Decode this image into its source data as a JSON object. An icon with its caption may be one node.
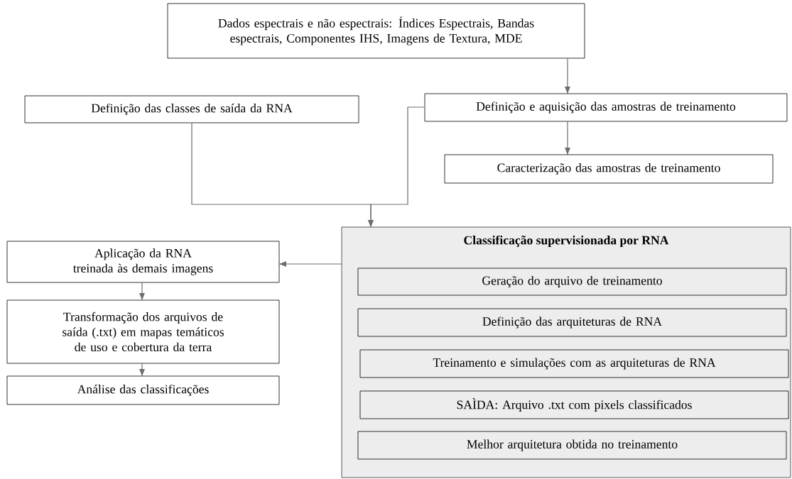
{
  "diagram": {
    "nodes": [
      {
        "text": [
          "Dados espectrais e não espectrais: Índices Espectrais, Bandas espectrais, Componentes IHS, Imagens de Textura, MDE"
        ]
      },
      {
        "text": [
          "Definição das classes de saída da RNA"
        ]
      },
      {
        "text": [
          "Definição e aquisição das amostras de treinamento"
        ]
      },
      {
        "text": [
          "Caracterização das amostras de treinamento"
        ]
      },
      {
        "text": [
          "Classificação supervisionada por RNA"
        ]
      },
      {
        "text": [
          "Geração do arquivo de treinamento"
        ],
        "in": 4
      },
      {
        "text": [
          "Definição das arquiteturas de RNA"
        ],
        "in": 4
      },
      {
        "text": [
          "Treinamento e simulações com as arquiteturas de RNA"
        ],
        "in": 4
      },
      {
        "text": [
          "SAÌDA: Arquivo .txt com pixels classificados"
        ],
        "in": 4
      },
      {
        "text": [
          "Melhor arquitetura obtida no treinamento"
        ],
        "in": 4
      },
      {
        "text": [
          "Aplicação da RNA treinada às demais imagens"
        ]
      },
      {
        "text": [
          "Transformação dos arquivos de saída (.txt) em mapas temáticos de uso e cobertura da terra"
        ]
      },
      {
        "text": [
          "Análise das classificações"
        ]
      }
    ],
    "edges": [
      {
        "from": 0,
        "to": 2,
        "arrow": "to"
      },
      {
        "from": 2,
        "to": 3,
        "arrow": "to"
      },
      {
        "from": 1,
        "to": 4,
        "arrow": "to"
      },
      {
        "from": 2,
        "to": 4,
        "arrow": "to"
      },
      {
        "from": 4,
        "to": 10,
        "arrow": "to"
      },
      {
        "from": 10,
        "to": 11,
        "arrow": "to"
      },
      {
        "from": 11,
        "to": 12,
        "arrow": "to"
      }
    ]
  }
}
